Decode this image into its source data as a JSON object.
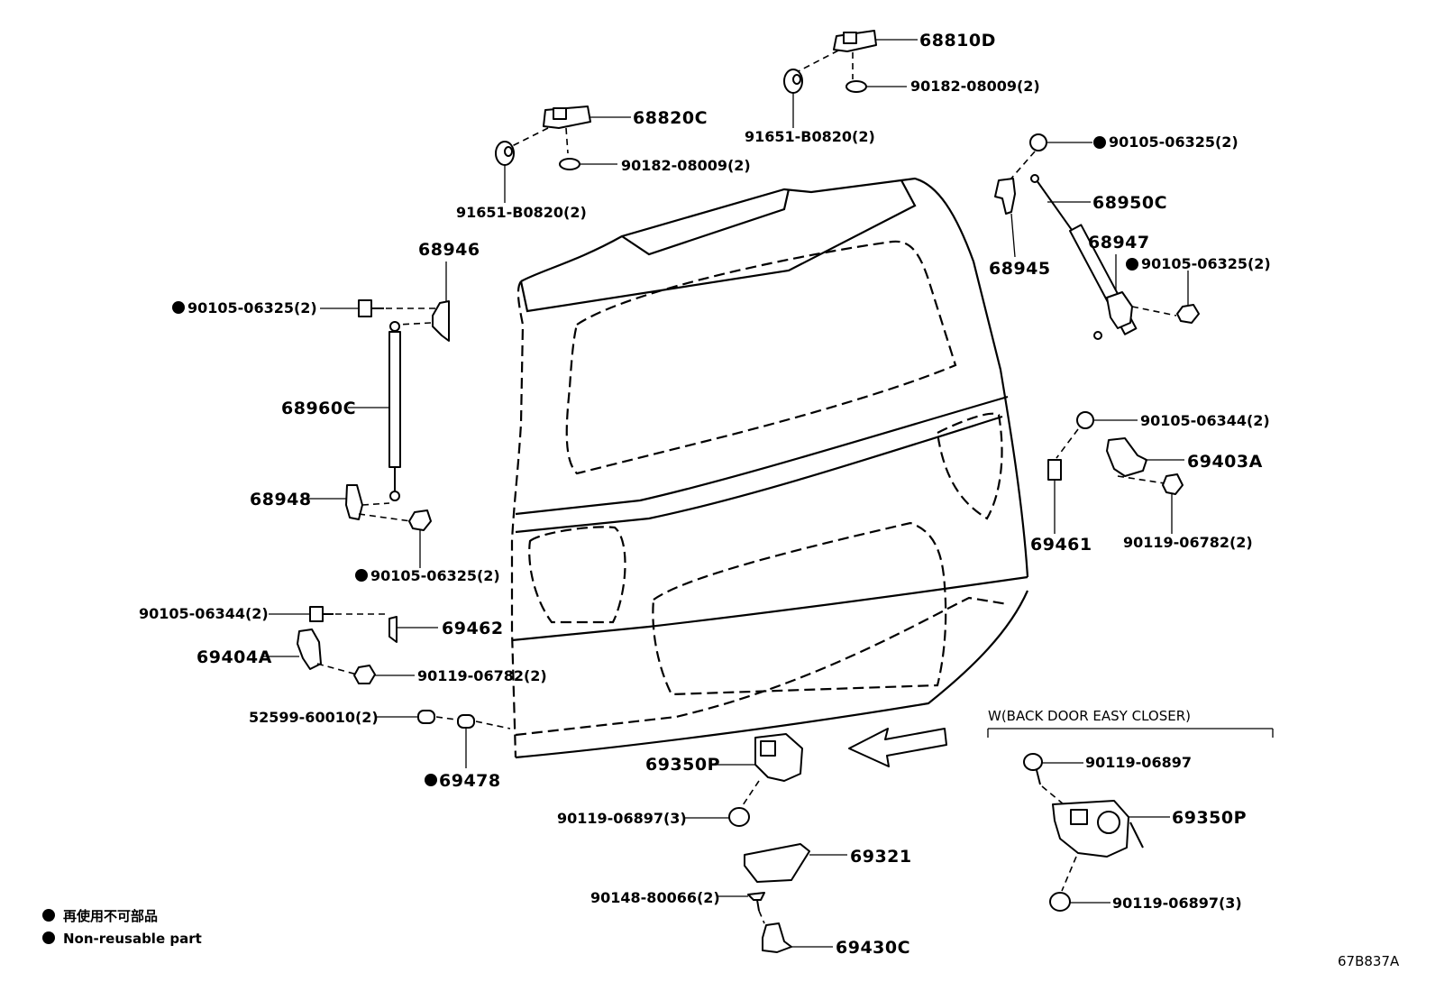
{
  "diagram_id": "67B837A",
  "legend": {
    "ja": "再使用不可部品",
    "en": "Non-reusable part"
  },
  "variant_box": {
    "title": "W(BACK DOOR EASY CLOSER)"
  },
  "labels": {
    "p68810D": "68810D",
    "p90182_a": "90182-08009(2)",
    "p91651_a": "91651-B0820(2)",
    "p68820C": "68820C",
    "p90182_b": "90182-08009(2)",
    "p91651_b": "91651-B0820(2)",
    "p90105_06325_tr1": "90105-06325(2)",
    "p68950C": "68950C",
    "p68947": "68947",
    "p68945": "68945",
    "p90105_06325_tr2": "90105-06325(2)",
    "p68946": "68946",
    "p90105_06325_tl": "90105-06325(2)",
    "p68960C": "68960C",
    "p68948": "68948",
    "p90105_06325_ml": "90105-06325(2)",
    "p90105_06344_r": "90105-06344(2)",
    "p69403A": "69403A",
    "p69461": "69461",
    "p90119_06782_r": "90119-06782(2)",
    "p90105_06344_l": "90105-06344(2)",
    "p69462": "69462",
    "p69404A": "69404A",
    "p90119_06782_l": "90119-06782(2)",
    "p52599": "52599-60010(2)",
    "p69478": "69478",
    "p69350P_main": "69350P",
    "p90119_06897_3": "90119-06897(3)",
    "p69321": "69321",
    "p90148": "90148-80066(2)",
    "p69430C": "69430C",
    "p90119_06897_box": "90119-06897",
    "p69350P_box": "69350P",
    "p90119_06897_3_box": "90119-06897(3)"
  }
}
